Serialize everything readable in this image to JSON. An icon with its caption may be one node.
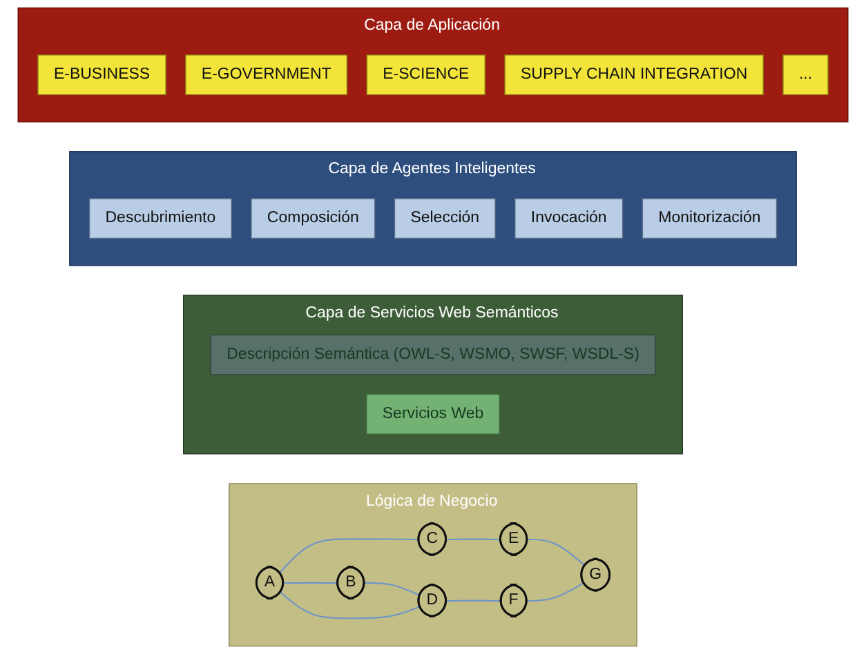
{
  "diagram": {
    "nodes": [
      {
        "text": [
          "Capa de Aplicación"
        ]
      },
      {
        "text": [
          "E-BUSINESS"
        ],
        "in": 0
      },
      {
        "text": [
          "E-GOVERNMENT"
        ],
        "in": 0
      },
      {
        "text": [
          "E-SCIENCE"
        ],
        "in": 0
      },
      {
        "text": [
          "SUPPLY CHAIN INTEGRATION"
        ],
        "in": 0
      },
      {
        "text": [
          "..."
        ],
        "in": 0
      },
      {
        "text": [
          "Capa de Agentes Inteligentes"
        ]
      },
      {
        "text": [
          "Descubrimiento"
        ],
        "in": 6
      },
      {
        "text": [
          "Composición"
        ],
        "in": 6
      },
      {
        "text": [
          "Selección"
        ],
        "in": 6
      },
      {
        "text": [
          "Invocación"
        ],
        "in": 6
      },
      {
        "text": [
          "Monitorización"
        ],
        "in": 6
      },
      {
        "text": [
          "Capa de Servicios Web Semánticos"
        ]
      },
      {
        "text": [
          "Descripción Semántica (OWL-S, WSMO, SWSF, WSDL-S)"
        ],
        "in": 12
      },
      {
        "text": [
          "Servicios Web"
        ],
        "in": 12
      },
      {
        "text": [
          "Lógica de Negocio"
        ]
      },
      {
        "text": [
          "A"
        ],
        "in": 15
      },
      {
        "text": [
          "B"
        ],
        "in": 15
      },
      {
        "text": [
          "C"
        ],
        "in": 15
      },
      {
        "text": [
          "D"
        ],
        "in": 15
      },
      {
        "text": [
          "E"
        ],
        "in": 15
      },
      {
        "text": [
          "F"
        ],
        "in": 15
      },
      {
        "text": [
          "G"
        ],
        "in": 15
      }
    ],
    "edges": [
      {
        "from": 16,
        "to": 17,
        "arrow": "none"
      },
      {
        "from": 17,
        "to": 19,
        "arrow": "none"
      },
      {
        "from": 16,
        "to": 19,
        "arrow": "none"
      },
      {
        "from": 16,
        "to": 18,
        "arrow": "none"
      },
      {
        "from": 18,
        "to": 20,
        "arrow": "none"
      },
      {
        "from": 20,
        "to": 22,
        "arrow": "none"
      },
      {
        "from": 19,
        "to": 21,
        "arrow": "none"
      },
      {
        "from": 21,
        "to": 22,
        "arrow": "none"
      }
    ]
  }
}
